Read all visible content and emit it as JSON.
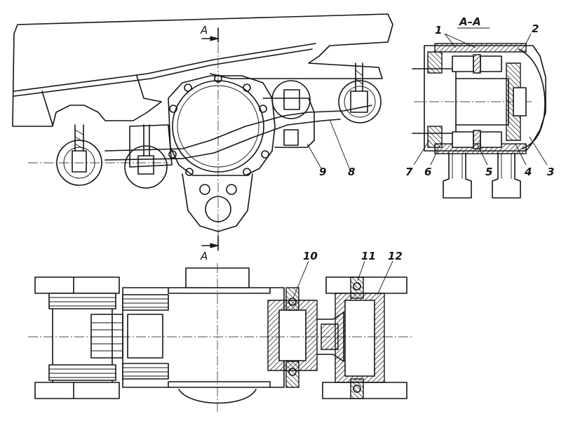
{
  "labels": {
    "section_title": "A–A",
    "section_mark_top": "A",
    "section_mark_bottom": "A",
    "n1": "1",
    "n2": "2",
    "n3": "3",
    "n4": "4",
    "n5": "5",
    "n6": "6",
    "n7": "7",
    "n8": "8",
    "n9": "9",
    "n10": "10",
    "n11": "11",
    "n12": "12"
  }
}
